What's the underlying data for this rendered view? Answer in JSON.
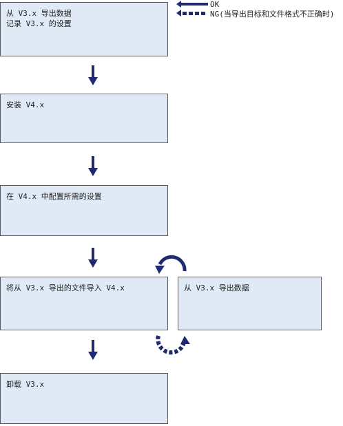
{
  "legend": {
    "ok_label": "OK",
    "ng_label": "NG(当导出目标和文件格式不正确时)"
  },
  "steps": {
    "step1": {
      "line1": "从 V3.x 导出数据",
      "line2": "记录 V3.x 的设置"
    },
    "step2": {
      "line1": "安装 V4.x"
    },
    "step3": {
      "line1": "在 V4.x 中配置所需的设置"
    },
    "step4": {
      "line1": "将从 V3.x 导出的文件导入 V4.x"
    },
    "retry": {
      "line1": "从 V3.x 导出数据"
    },
    "step5": {
      "line1": "卸载 V3.x"
    }
  },
  "colors": {
    "box_fill": "#dfeaf6",
    "box_border": "#5a5a5a",
    "arrow": "#1e2a78"
  }
}
